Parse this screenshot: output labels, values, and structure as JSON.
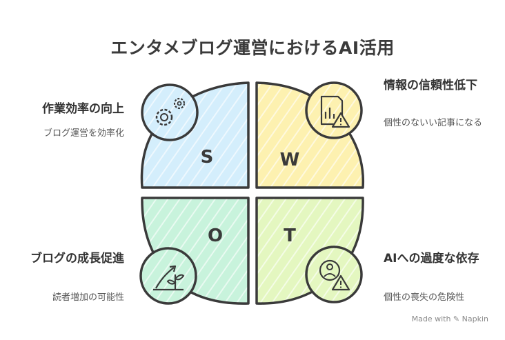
{
  "title": "エンタメブログ運営におけるAI活用",
  "quadrants": {
    "s": {
      "letter": "S",
      "heading": "作業効率の向上",
      "desc": "ブログ運営を効率化",
      "icon": "gears-icon",
      "color": "#d4eefc"
    },
    "w": {
      "letter": "W",
      "heading": "情報の信頼性低下",
      "desc": "個性のないい記事になる",
      "icon": "chart-warning-icon",
      "color": "#fdf1b0"
    },
    "o": {
      "letter": "O",
      "heading": "ブログの成長促進",
      "desc": "読者増加の可能性",
      "icon": "growth-plant-icon",
      "color": "#c8f3dc"
    },
    "t": {
      "letter": "T",
      "heading": "AIへの過度な依存",
      "desc": "個性の喪失の危険性",
      "icon": "person-warning-icon",
      "color": "#e4f7c0"
    }
  },
  "footer": "Made with ✎ Napkin"
}
